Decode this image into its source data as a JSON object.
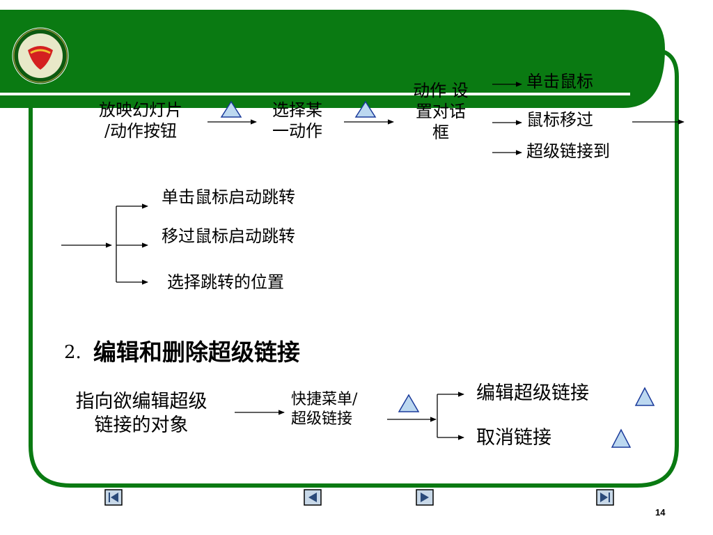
{
  "colors": {
    "green": "#0a7a12",
    "dark_green": "#006400",
    "white": "#ffffff",
    "triangle_fill": "#bcd8f0",
    "triangle_stroke": "#1a3a9a"
  },
  "logo": {
    "icon": "school-emblem-icon"
  },
  "flow1": {
    "step1": [
      "放映幻灯片",
      "/动作按钮"
    ],
    "step2": [
      "选择某",
      "一动作"
    ],
    "step3": [
      "动作 设",
      "置对话",
      "框"
    ],
    "options": [
      "单击鼠标",
      "鼠标移过",
      "超级链接到"
    ]
  },
  "flow2": {
    "items": [
      "单击鼠标启动跳转",
      "移过鼠标启动跳转",
      "选择跳转的位置"
    ]
  },
  "section2": {
    "number": "2.",
    "title": "编辑和删除超级链接"
  },
  "flow3": {
    "source": [
      "指向欲编辑超级",
      "链接的对象"
    ],
    "menu": [
      "快捷菜单/",
      "超级链接"
    ],
    "options": [
      "编辑超级链接",
      "取消链接"
    ]
  },
  "nav": {
    "first": "first-slide-icon",
    "prev": "previous-slide-icon",
    "next": "next-slide-icon",
    "last": "last-slide-icon"
  },
  "page_number": "14"
}
